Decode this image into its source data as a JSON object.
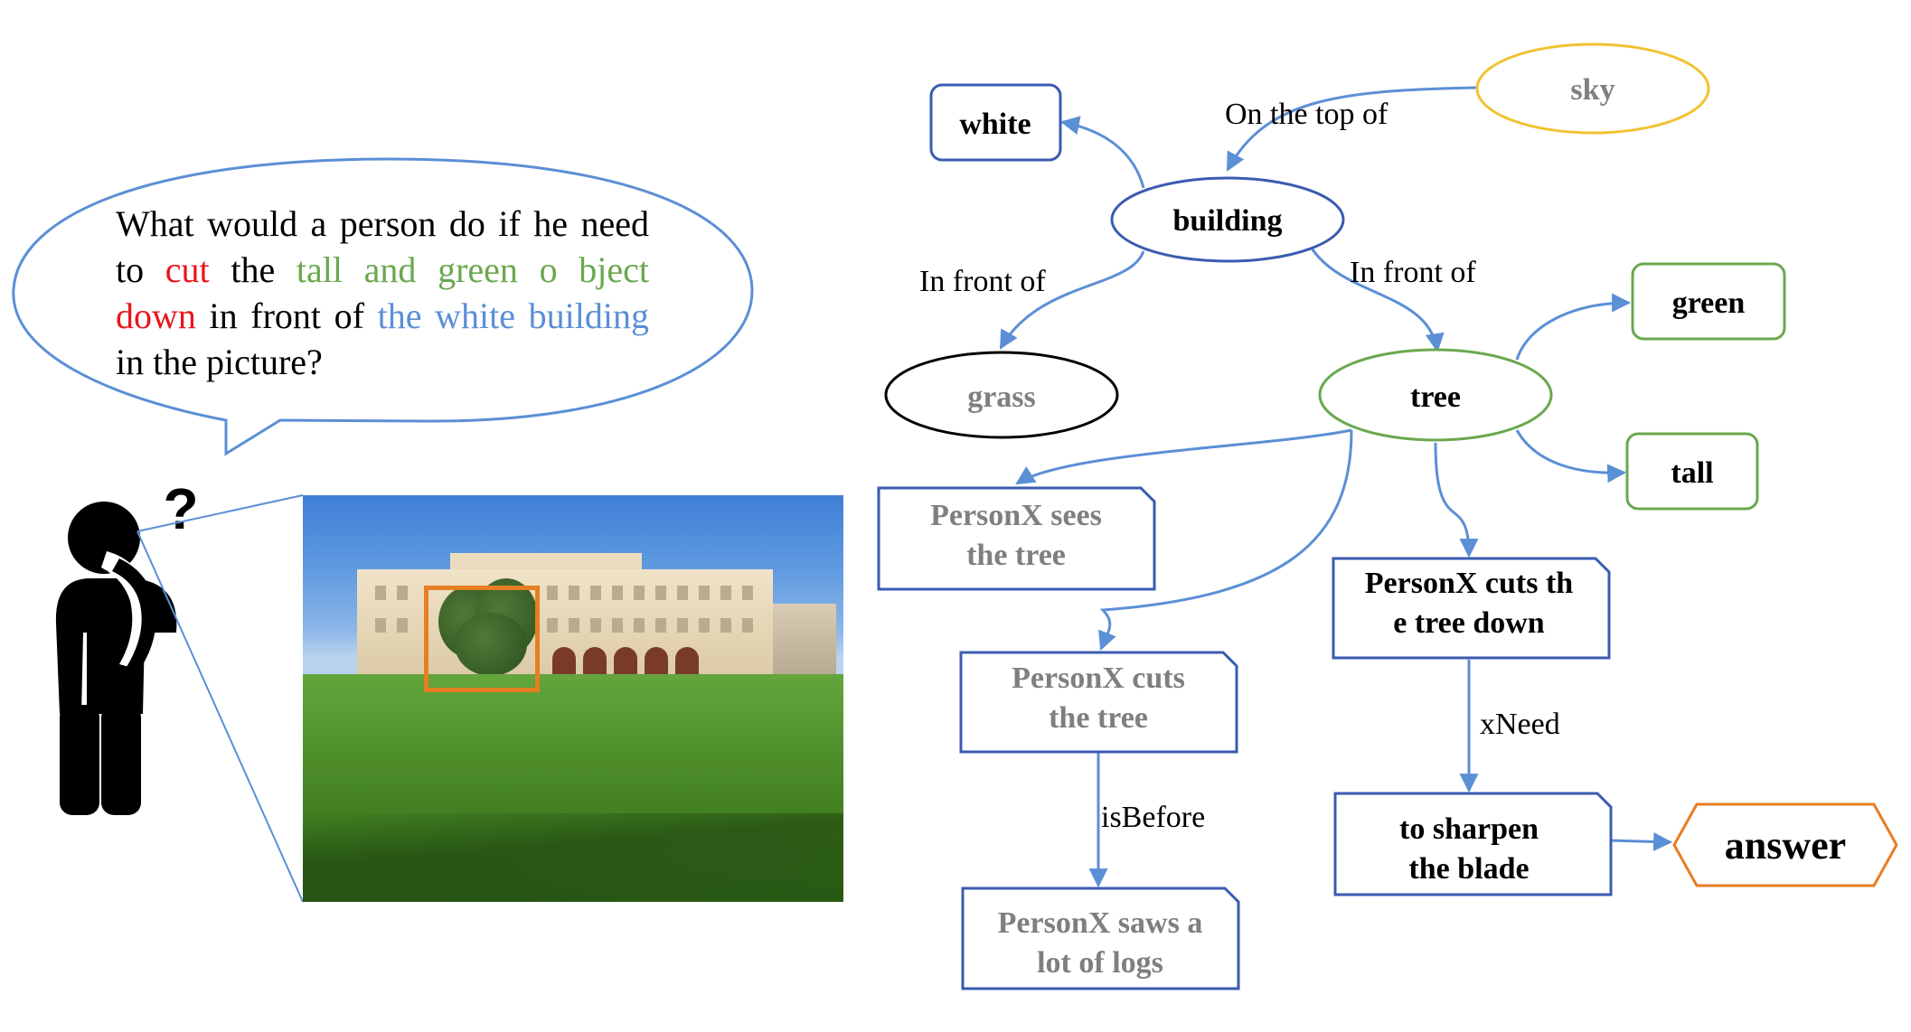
{
  "question": {
    "segments": [
      {
        "text": "What would a person do if he need to ",
        "color": "#000000"
      },
      {
        "text": "cut",
        "color": "#e8161b"
      },
      {
        "text": " the ",
        "color": "#000000"
      },
      {
        "text": "tall and green o bject",
        "color": "#6aa84f"
      },
      {
        "text": " ",
        "color": "#000000"
      },
      {
        "text": "down",
        "color": "#e8161b"
      },
      {
        "text": " in front of ",
        "color": "#000000"
      },
      {
        "text": "the white building",
        "color": "#5b8fd6"
      },
      {
        "text": " in the picture?",
        "color": "#000000"
      }
    ],
    "thinking_mark": "?"
  },
  "graph": {
    "nodes": {
      "white": {
        "label": "white",
        "color": "#3a5bb0",
        "text_color": "#000000"
      },
      "sky": {
        "label": "sky",
        "color": "#f1c232",
        "text_color": "#7f7f7f"
      },
      "building": {
        "label": "building",
        "color": "#3a5bb0",
        "text_color": "#000000"
      },
      "grass": {
        "label": "grass",
        "color": "#000000",
        "text_color": "#7f7f7f"
      },
      "tree": {
        "label": "tree",
        "color": "#6aa84f",
        "text_color": "#000000"
      },
      "green": {
        "label": "green",
        "color": "#6aa84f",
        "text_color": "#000000"
      },
      "tall": {
        "label": "tall",
        "color": "#6aa84f",
        "text_color": "#000000"
      },
      "sees": {
        "lines": [
          "PersonX sees",
          "the tree"
        ],
        "color": "#3a5bb0",
        "text_color": "#7f7f7f"
      },
      "cutsdown": {
        "lines": [
          "PersonX cuts th",
          "e tree down"
        ],
        "color": "#3a5bb0",
        "text_color": "#000000"
      },
      "cuts": {
        "lines": [
          "PersonX cuts",
          "the tree"
        ],
        "color": "#3a5bb0",
        "text_color": "#7f7f7f"
      },
      "sharpen": {
        "lines": [
          "to sharpen",
          "the blade"
        ],
        "color": "#3a5bb0",
        "text_color": "#000000"
      },
      "saws": {
        "lines": [
          "PersonX saws a",
          "lot of logs"
        ],
        "color": "#3a5bb0",
        "text_color": "#7f7f7f"
      },
      "answer": {
        "label": "answer",
        "color": "#e67e22",
        "text_color": "#000000"
      }
    },
    "edges": {
      "on_top_of": "On the top of",
      "front_grass": "In front of",
      "front_tree": "In front of",
      "xneed": "xNeed",
      "isbefore": "isBefore"
    },
    "edge_color": "#5b8fd6"
  }
}
